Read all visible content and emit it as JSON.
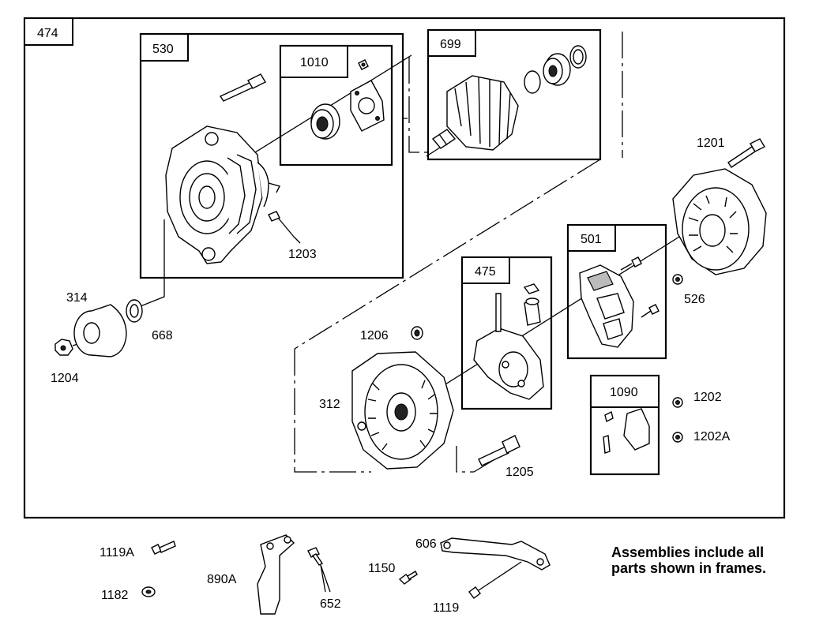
{
  "frames": {
    "f474": "474",
    "f530": "530",
    "f1010": "1010",
    "f699": "699",
    "f475": "475",
    "f501": "501",
    "f1090": "1090"
  },
  "callouts": {
    "c1201": "1201",
    "c1203": "1203",
    "c314": "314",
    "c668": "668",
    "c1204": "1204",
    "c1206": "1206",
    "c312": "312",
    "c526": "526",
    "c1202": "1202",
    "c1202A": "1202A",
    "c1205": "1205",
    "c1119A": "1119A",
    "c1182": "1182",
    "c890A": "890A",
    "c652": "652",
    "c606": "606",
    "c1150": "1150",
    "c1119": "1119"
  },
  "note": {
    "line1": "Assemblies include all",
    "line2": "parts shown in frames."
  }
}
